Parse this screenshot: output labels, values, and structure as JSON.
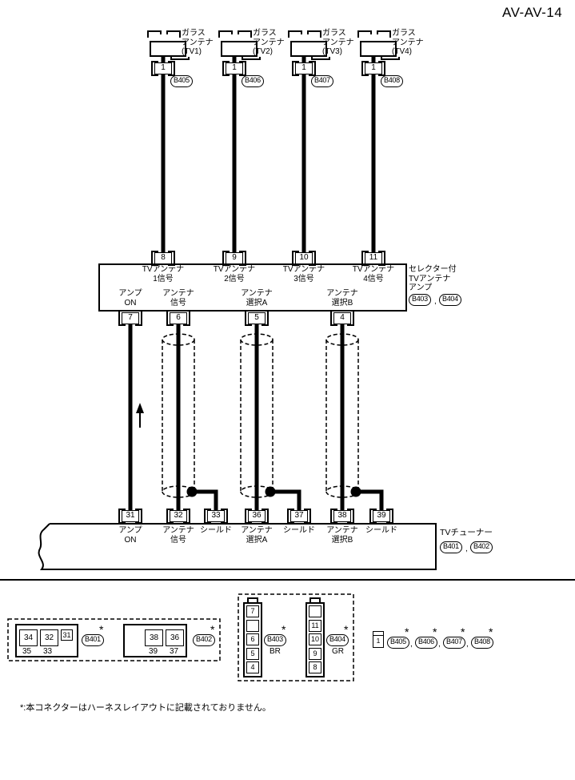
{
  "title": "AV-AV-14",
  "punct": {
    "comma": ",",
    "asterisk": "*"
  },
  "antennas": [
    {
      "l1": "ガラス",
      "l2": "アンテナ",
      "l3": "(TV1)",
      "pin": "1",
      "conn": "B405"
    },
    {
      "l1": "ガラス",
      "l2": "アンテナ",
      "l3": "(TV2)",
      "pin": "1",
      "conn": "B406"
    },
    {
      "l1": "ガラス",
      "l2": "アンテナ",
      "l3": "(TV3)",
      "pin": "1",
      "conn": "B407"
    },
    {
      "l1": "ガラス",
      "l2": "アンテナ",
      "l3": "(TV4)",
      "pin": "1",
      "conn": "B408"
    }
  ],
  "amp": {
    "name_l1": "セレクター付",
    "name_l2": "TVアンテナ",
    "name_l3": "アンプ",
    "conn1": "B403",
    "conn2": "B404",
    "top_pins": [
      {
        "pin": "8",
        "l1": "TVアンテナ",
        "l2": "1信号"
      },
      {
        "pin": "9",
        "l1": "TVアンテナ",
        "l2": "2信号"
      },
      {
        "pin": "10",
        "l1": "TVアンテナ",
        "l2": "3信号"
      },
      {
        "pin": "11",
        "l1": "TVアンテナ",
        "l2": "4信号"
      }
    ],
    "bottom_pins": [
      {
        "pin": "7",
        "l1": "アンプ",
        "l2": "ON"
      },
      {
        "pin": "6",
        "l1": "アンテナ",
        "l2": "信号"
      },
      {
        "pin": "5",
        "l1": "アンテナ",
        "l2": "選択A"
      },
      {
        "pin": "4",
        "l1": "アンテナ",
        "l2": "選択B"
      }
    ]
  },
  "tuner": {
    "name": "TVチューナー",
    "conn1": "B401",
    "conn2": "B402",
    "pins": [
      {
        "pin": "31",
        "l1": "アンプ",
        "l2": "ON"
      },
      {
        "pin": "32",
        "l1": "アンテナ",
        "l2": "信号"
      },
      {
        "pin": "33",
        "l1": "シールド",
        "l2": ""
      },
      {
        "pin": "36",
        "l1": "アンテナ",
        "l2": "選択A"
      },
      {
        "pin": "37",
        "l1": "シールド",
        "l2": ""
      },
      {
        "pin": "38",
        "l1": "アンテナ",
        "l2": "選択B"
      },
      {
        "pin": "39",
        "l1": "シールド",
        "l2": ""
      }
    ]
  },
  "connector_views": {
    "b401": {
      "id": "B401",
      "r1c1": "34",
      "r1c2": "32",
      "r1c3": "31",
      "r2c1": "35",
      "r2c2": "33"
    },
    "b402": {
      "id": "B402",
      "r1c1": "38",
      "r1c2": "36",
      "r2c1": "39",
      "r2c2": "37"
    },
    "b403": {
      "id": "B403",
      "color": "BR",
      "c1": "7",
      "c2": "",
      "c3": "6",
      "c4": "5",
      "c5": "4"
    },
    "b404": {
      "id": "B404",
      "color": "GR",
      "c1": "",
      "c2": "11",
      "c3": "10",
      "c4": "9",
      "c5": "8"
    },
    "single": {
      "pin": "1",
      "id1": "B405",
      "id2": "B406",
      "id3": "B407",
      "id4": "B408"
    }
  },
  "footnote": "*:本コネクターはハーネスレイアウトに記載されておりません。"
}
